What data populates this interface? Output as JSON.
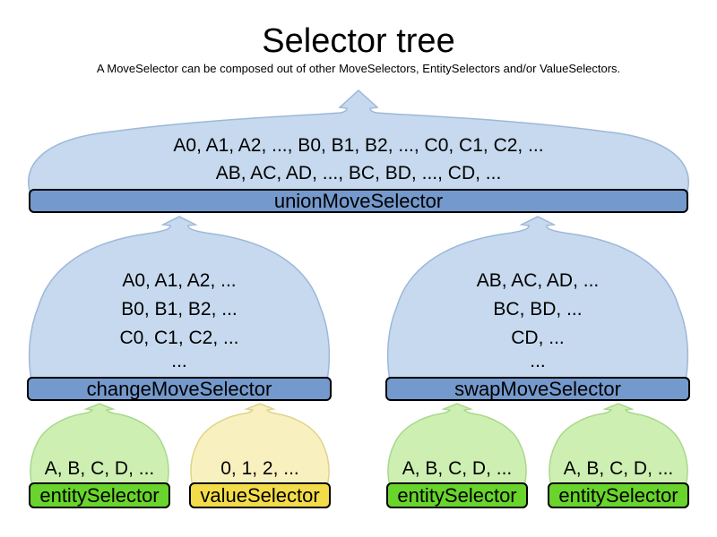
{
  "title": "Selector tree",
  "subtitle": "A MoveSelector can be composed out of other MoveSelectors, EntitySelectors and/or ValueSelectors.",
  "union": {
    "label": "unionMoveSelector",
    "lines": [
      "A0, A1, A2, ..., B0, B1, B2, ..., C0, C1, C2, ...",
      "AB, AC, AD, ..., BC, BD, ..., CD, ..."
    ]
  },
  "change": {
    "label": "changeMoveSelector",
    "lines": [
      "A0, A1, A2, ...",
      "B0, B1, B2, ...",
      "C0, C1, C2, ...",
      "..."
    ]
  },
  "swap": {
    "label": "swapMoveSelector",
    "lines": [
      "AB, AC, AD, ...",
      "BC, BD, ...",
      "CD, ...",
      "..."
    ]
  },
  "selectors": [
    {
      "type": "entity",
      "label": "entitySelector",
      "items": "A, B, C, D, ..."
    },
    {
      "type": "value",
      "label": "valueSelector",
      "items": "0, 1, 2, ..."
    },
    {
      "type": "entity",
      "label": "entitySelector",
      "items": "A, B, C, D, ..."
    },
    {
      "type": "entity",
      "label": "entitySelector",
      "items": "A, B, C, D, ..."
    }
  ],
  "colors": {
    "move_cloud": "#c6d9ee",
    "move_bar": "#7499cc",
    "entity_cloud": "#cdf0b2",
    "entity_bar": "#68d42c",
    "value_cloud": "#f8f1bf",
    "value_bar": "#f3dc49",
    "text": "#000000",
    "border": "#000000"
  }
}
